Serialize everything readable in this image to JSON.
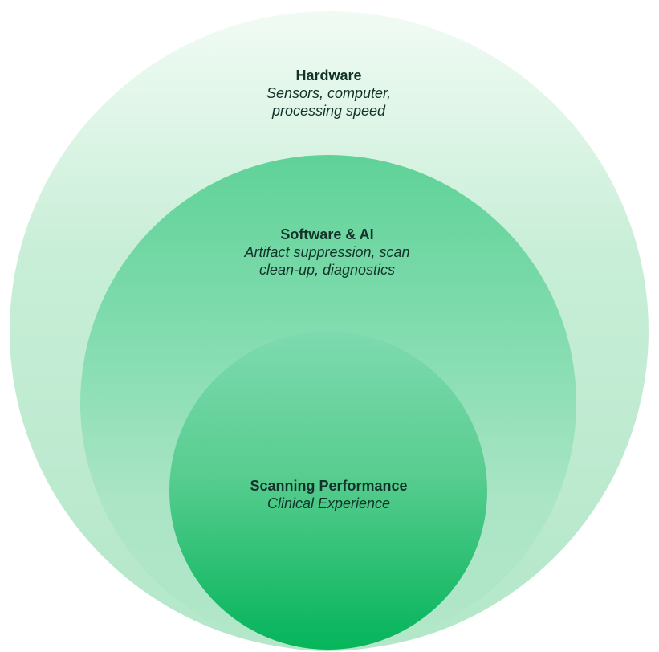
{
  "layers": [
    {
      "id": "hardware",
      "title": "Hardware",
      "subtitle": "Sensors, computer, processing speed"
    },
    {
      "id": "software",
      "title": "Software & AI",
      "subtitle": "Artifact suppression, scan clean-up, diagnostics"
    },
    {
      "id": "scanning",
      "title": "Scanning Performance",
      "subtitle": "Clinical Experience"
    }
  ],
  "colors": {
    "outer_fill": "#c8eed7",
    "middle_fill": "#86ddb1",
    "inner_fill": "#13b864",
    "text": "#12332a"
  }
}
